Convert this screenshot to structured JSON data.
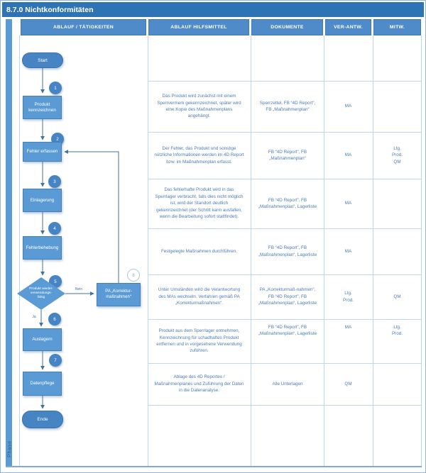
{
  "title": "8.7.0 Nichtkonformitäten",
  "phase_label": "Phase",
  "columns": [
    "ABLAUF / TÄTIGKEITEN",
    "ABLAUF HILFSMITTEL",
    "DOKUMENTE",
    "VER-ANTW.",
    "MITW."
  ],
  "flowchart": {
    "start_label": "Start",
    "end_label": "Ende",
    "boxes": [
      {
        "num": "1",
        "label": "Produkt\nkennzeichnen"
      },
      {
        "num": "2",
        "label": "Fehler erfassen"
      },
      {
        "num": "3",
        "label": "Einlagerung"
      },
      {
        "num": "4",
        "label": "Fehlerbehebung"
      },
      {
        "num": "6",
        "label": "Auslagern"
      },
      {
        "num": "7",
        "label": "Datenpflege"
      }
    ],
    "decision": {
      "num": "5",
      "label": "Produkt wieder-\nverwendungs-\nfähig"
    },
    "pa": {
      "num": "8",
      "label": "PA „Korrektur-\nmaßnahmen“"
    },
    "edge_labels": {
      "nein": "Nein",
      "ja": "Ja"
    }
  },
  "rows": [
    {
      "hilfsmittel": "Das Produkt wird zunächst mit einem Sperrvermerk gekennzeichnet, später wird eine Kopie des Maßnahmenplans angehängt.",
      "dokumente": "Sperrzettel, FB “4D Report”, FB „Maßnahmenplan“",
      "verantw": "MA",
      "mitw": ""
    },
    {
      "hilfsmittel": "Der Fehler, das Produkt und sonstige nützliche Informationen werden im 4D Report bzw. im Maßnahmenplan erfasst.",
      "dokumente": "FB “4D Report”, FB „Maßnahmenplan“",
      "verantw": "MA",
      "mitw": "Ltg.\nProd.\nQM"
    },
    {
      "hilfsmittel": "Das fehlerhafte Produkt wird in das Sperrlager verbracht, falls dies nicht möglich ist, wird der Standort deutlich gekennzeichnet (der Schritt kann ausfallen, wenn die Bearbeitung sofort stattfindet).",
      "dokumente": "FB “4D Report”, FB „Maßnahmenplan“, Lagerliste",
      "verantw": "MA",
      "mitw": ""
    },
    {
      "hilfsmittel": "Festgelegte Maßnahmen durchführen.",
      "dokumente": "FB “4D Report”, FB „Maßnahmenplan“, Lagerliste",
      "verantw": "MA",
      "mitw": ""
    },
    {
      "hilfsmittel": "Unter Umständen wird die Verantwortung des MAs wechseln. Verfahren gemäß PA „Korrekturmaßnahmen“.",
      "dokumente": "PA „Korrekturmaß-nahmen“, FB “4D Report”, FB „Maßnahmenplan“, Lagerliste",
      "verantw": "Ltg.\nProd.",
      "mitw": "QM"
    },
    {
      "hilfsmittel": "Produkt aus dem Sperrlager entnehmen, Kennzeichnung für schadhaftes Produkt entfernen und in vorgesehene Verwendung zuführen.",
      "dokumente": "FB “4D Report”, FB „Maßnahmenplan“, Lagerliste",
      "verantw": "MA",
      "mitw": "Ltg.\nProd."
    },
    {
      "hilfsmittel": "Ablage des 4D Reportes / Maßnahmenplanes und Zuführung der Daten in die Datenanalyse.",
      "dokumente": "Alle Unterlagen",
      "verantw": "QM",
      "mitw": ""
    }
  ],
  "colors": {
    "title_bar": "#2E74B5",
    "header_cell": "#4E8BC8",
    "shape": "#5B9BD5",
    "shape_dark": "#4684C4",
    "connector": "#44729F",
    "grid_line": "#BDD7EE",
    "body_text": "#4B7CB5",
    "strip": "#5B9BD5",
    "strip_text": "#2F5B8D",
    "page_border": "#7EAAD4",
    "badge_alt_text": "#7FADDA"
  }
}
